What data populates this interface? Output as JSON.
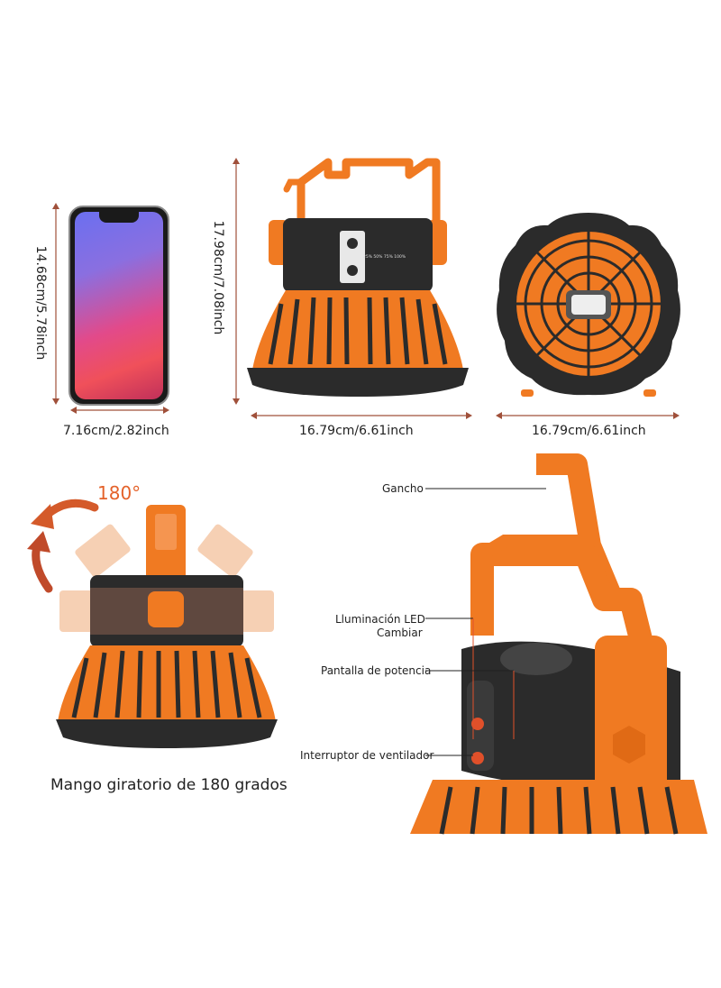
{
  "dimensions": {
    "phone_height": "14.68cm/5.78inch",
    "phone_width": "7.16cm/2.82inch",
    "fan_height": "17.98cm/7.08inch",
    "fan_width_side": "16.79cm/6.61inch",
    "fan_width_front": "16.79cm/6.61inch"
  },
  "fan_panel": {
    "percent_labels": "25% 50% 75% 100%"
  },
  "rotation": {
    "degrees": "180°",
    "caption": "Mango giratorio de 180 grados"
  },
  "callouts": {
    "hook": "Gancho",
    "led_line1": "Lluminación LED",
    "led_line2": "Cambiar",
    "power_display": "Pantalla de potencia",
    "fan_switch": "Interruptor de ventilador"
  },
  "colors": {
    "orange": "#f07a22",
    "dark": "#2b2b2b",
    "arrow": "#b04a2a"
  }
}
